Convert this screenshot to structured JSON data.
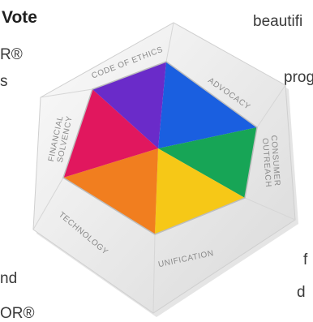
{
  "left_column": {
    "heading_fragment": "Vote",
    "line2": "R®",
    "line3": "s",
    "line4": "nd",
    "line5": "OR®"
  },
  "right_column": {
    "line1": "beautifi",
    "line2": "prog",
    "line3": "f",
    "line4": "d"
  },
  "emblem": {
    "labels": {
      "top": "CODE OF ETHICS",
      "top_right": "ADVOCACY",
      "right": "CONSUMER OUTREACH",
      "bottom": "UNIFICATION",
      "bottom_left": "TECHNOLOGY",
      "left": "FINANCIAL SOLVENCY"
    },
    "segment_colors": [
      "#1a5fe0",
      "#17a556",
      "#f6c817",
      "#f17e1f",
      "#e1175e",
      "#6a2bc9"
    ],
    "frame_color": "#f2f2f2"
  }
}
